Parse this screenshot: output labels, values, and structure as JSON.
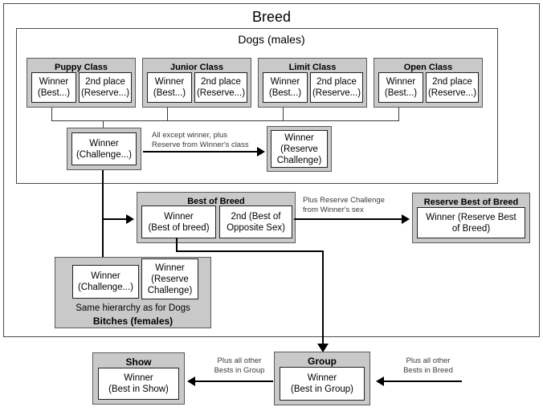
{
  "diagram": {
    "title": "Breed",
    "sections": {
      "dogs": {
        "title": "Dogs (males)",
        "classes": [
          {
            "name": "Puppy Class",
            "winner": {
              "line1": "Winner",
              "line2": "(Best...)"
            },
            "second": {
              "line1": "2nd place",
              "line2": "(Reserve...)"
            }
          },
          {
            "name": "Junior Class",
            "winner": {
              "line1": "Winner",
              "line2": "(Best...)"
            },
            "second": {
              "line1": "2nd place",
              "line2": "(Reserve...)"
            }
          },
          {
            "name": "Limit Class",
            "winner": {
              "line1": "Winner",
              "line2": "(Best...)"
            },
            "second": {
              "line1": "2nd place",
              "line2": "(Reserve...)"
            }
          },
          {
            "name": "Open Class",
            "winner": {
              "line1": "Winner",
              "line2": "(Best...)"
            },
            "second": {
              "line1": "2nd place",
              "line2": "(Reserve...)"
            }
          }
        ],
        "challenge_winner": {
          "line1": "Winner",
          "line2": "(Challenge...)"
        },
        "reserve_challenge": {
          "line1": "Winner",
          "line2": "(Reserve",
          "line3": "Challenge)"
        },
        "challenge_note": {
          "line1": "All except winner, plus",
          "line2": "Reserve from Winner's class"
        }
      },
      "best_of_breed": {
        "title": "Best of Breed",
        "winner": {
          "line1": "Winner",
          "line2": "(Best of breed)"
        },
        "second": {
          "line1": "2nd (Best of",
          "line2": "Opposite Sex)"
        }
      },
      "reserve_best_of_breed": {
        "title": "Reserve Best of Breed",
        "winner": {
          "line1": "Winner (Reserve Best",
          "line2": "of Breed)"
        },
        "note": {
          "line1": "Plus Reserve Challenge",
          "line2": "from Winner's sex"
        }
      },
      "bitches": {
        "title": "Bitches (females)",
        "subtitle": "Same hierarchy as for Dogs",
        "challenge_winner": {
          "line1": "Winner",
          "line2": "(Challenge...)"
        },
        "reserve_challenge": {
          "line1": "Winner",
          "line2": "(Reserve",
          "line3": "Challenge)"
        }
      },
      "group": {
        "title": "Group",
        "winner": {
          "line1": "Winner",
          "line2": "(Best in Group)"
        },
        "note": {
          "line1": "Plus all other",
          "line2": "Bests in Breed"
        }
      },
      "show": {
        "title": "Show",
        "winner": {
          "line1": "Winner",
          "line2": "(Best in Show)"
        },
        "note": {
          "line1": "Plus all other",
          "line2": "Bests in Group"
        }
      }
    }
  },
  "colors": {
    "group_fill": "#c9c9c9",
    "box_fill": "#ffffff",
    "line": "#000000",
    "frame_border": "#4a4a4a"
  }
}
